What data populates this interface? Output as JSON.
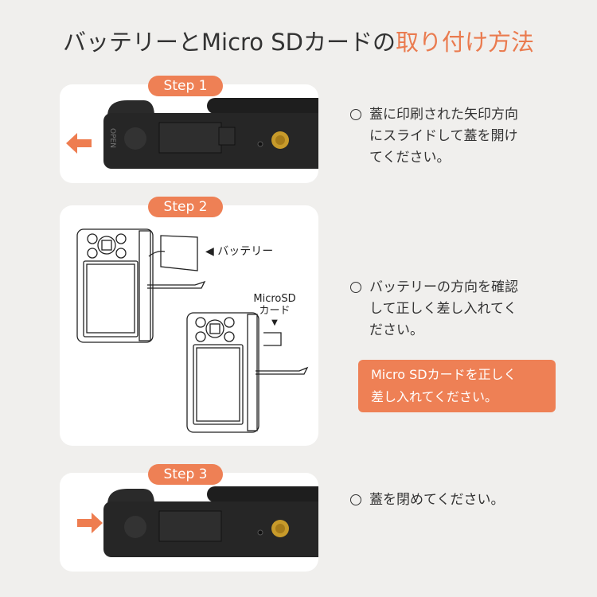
{
  "title": {
    "main": "バッテリーとMicro SDカードの",
    "highlight": "取り付け方法"
  },
  "steps": [
    {
      "label": "Step 1",
      "text": [
        "蓋に印刷された矢印方向",
        "にスライドして蓋を開け",
        "てください。"
      ],
      "arrow": "left"
    },
    {
      "label": "Step 2",
      "text": [
        "バッテリーの方向を確認",
        "して正しく差し入れてく",
        "ださい。"
      ],
      "battery_label": "◀ バッテリー",
      "sd_label_1": "MicroSD",
      "sd_label_2": "カード",
      "sd_arrow": "▼",
      "note": [
        "Micro SDカードを正しく",
        "差し入れてください。"
      ]
    },
    {
      "label": "Step 3",
      "text": [
        "蓋を閉めてください。"
      ],
      "arrow": "right"
    }
  ],
  "camera_text": "OPEN",
  "colors": {
    "accent": "#ee8055",
    "background": "#f0efed"
  }
}
